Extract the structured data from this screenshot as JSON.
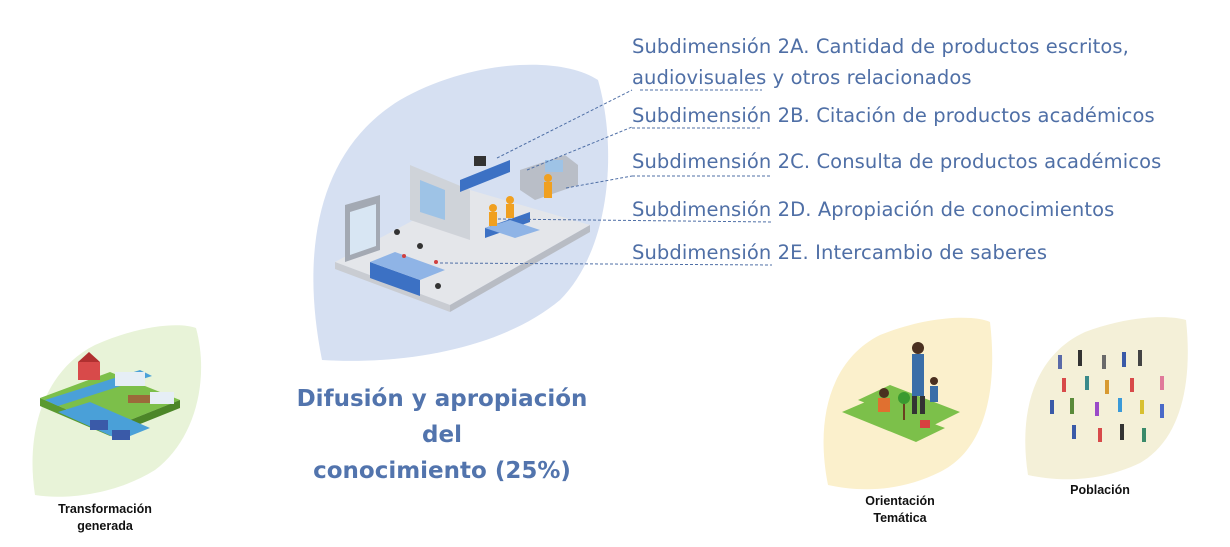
{
  "main": {
    "title_line1": "Difusión y apropiación del",
    "title_line2": "conocimiento (25%)"
  },
  "subdimensions": [
    {
      "line1": "Subdimensión 2A. Cantidad de productos escritos,",
      "line2": " audiovisuales y otros relacionados"
    },
    {
      "line1": "Subdimensión 2B. Citación de productos académicos"
    },
    {
      "line1": "Subdimensión 2C. Consulta de productos académicos"
    },
    {
      "line1": "Subdimensión 2D. Apropiación de conocimientos"
    },
    {
      "line1": "Subdimensión 2E. Intercambio de saberes"
    }
  ],
  "labels": {
    "transformacion_line1": "Transformación",
    "transformacion_line2": "generada",
    "orientacion_line1": "Orientación",
    "orientacion_line2": "Temática",
    "poblacion": "Población"
  },
  "colors": {
    "main_leaf": "#d6e0f2",
    "green_leaf": "#e8f3d8",
    "yellow_leaf": "#fbf0cc",
    "cream_leaf": "#f4f0d8",
    "accent_text": "#4f6fa6"
  },
  "icons": {
    "main": "laboratory-illustration",
    "transformacion": "farm-illustration",
    "orientacion": "gardening-family-illustration",
    "poblacion": "crowd-people-illustration"
  }
}
